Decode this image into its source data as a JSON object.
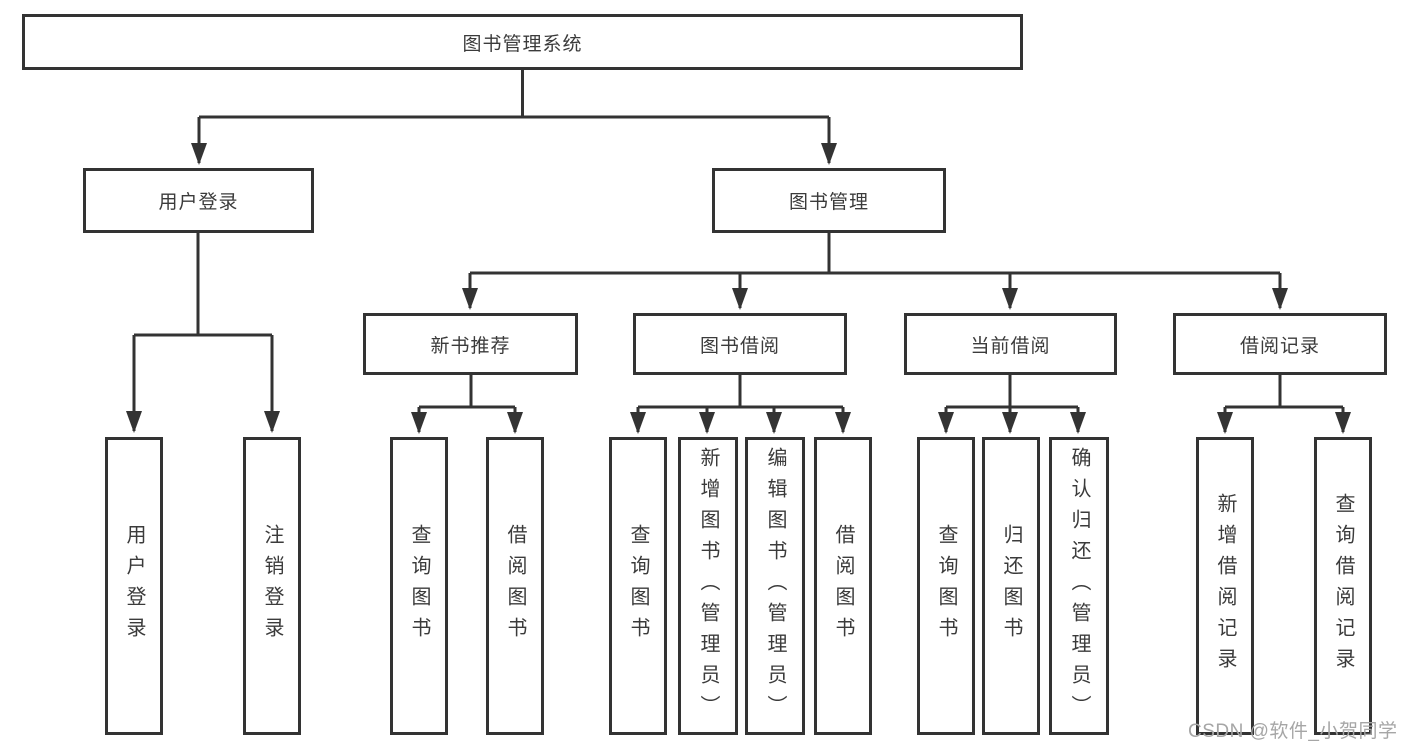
{
  "diagram_title": "图书管理系统",
  "colors": {
    "line": "#333333",
    "text": "#3b3b3b",
    "watermark": "#a6a6a6",
    "background": "#ffffff"
  },
  "nodes": {
    "root": {
      "label": "图书管理系统"
    },
    "user_login": {
      "label": "用户登录"
    },
    "book_mgmt": {
      "label": "图书管理"
    },
    "new_book_rec": {
      "label": "新书推荐"
    },
    "book_borrow": {
      "label": "图书借阅"
    },
    "current_borrow": {
      "label": "当前借阅"
    },
    "borrow_records": {
      "label": "借阅记录"
    },
    "leaf_user_login": {
      "label": "用户登录"
    },
    "leaf_logout": {
      "label": "注销登录"
    },
    "rec_query_books": {
      "label": "查询图书"
    },
    "rec_borrow_books": {
      "label": "借阅图书"
    },
    "bb_query_books": {
      "label": "查询图书"
    },
    "bb_add_books": {
      "label": "新增图书（管理员）"
    },
    "bb_edit_books": {
      "label": "编辑图书（管理员）"
    },
    "bb_borrow_books": {
      "label": "借阅图书"
    },
    "cb_query_books": {
      "label": "查询图书"
    },
    "cb_return_books": {
      "label": "归还图书"
    },
    "cb_confirm_return": {
      "label": "确认归还（管理员）"
    },
    "br_add_record": {
      "label": "新增借阅记录"
    },
    "br_query_record": {
      "label": "查询借阅记录"
    }
  },
  "watermark": {
    "text": "CSDN @软件_小贺同学"
  }
}
